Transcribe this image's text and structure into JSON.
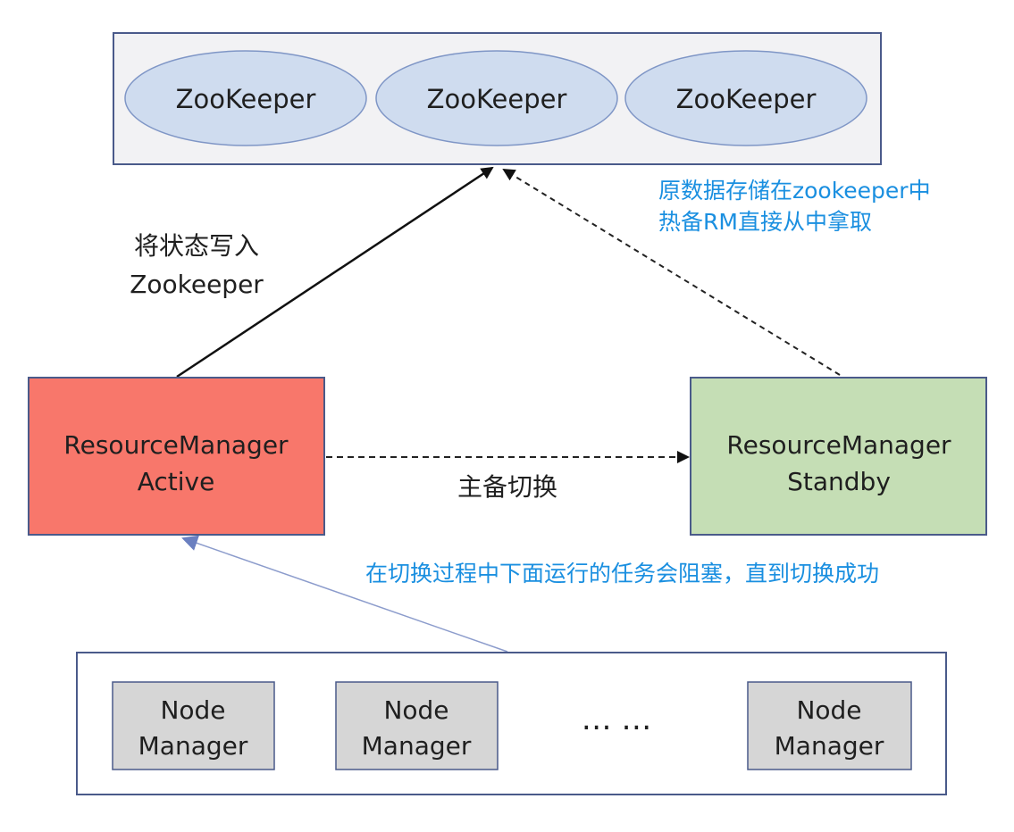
{
  "zookeeper_cluster": {
    "nodes": [
      "ZooKeeper",
      "ZooKeeper",
      "ZooKeeper"
    ]
  },
  "resource_managers": {
    "active": {
      "line1": "ResourceManager",
      "line2": "Active"
    },
    "standby": {
      "line1": "ResourceManager",
      "line2": "Standby"
    }
  },
  "annotations": {
    "write_state_line1": "将状态写入",
    "write_state_line2": "Zookeeper",
    "failover_label": "主备切换",
    "metadata_note_line1": "原数据存储在zookeeper中",
    "metadata_note_line2": "热备RM直接从中拿取",
    "blocking_note": "在切换过程中下面运行的任务会阻塞，直到切换成功"
  },
  "node_managers": {
    "nodes": [
      {
        "line1": "Node",
        "line2": "Manager"
      },
      {
        "line1": "Node",
        "line2": "Manager"
      },
      {
        "line1": "Node",
        "line2": "Manager"
      }
    ],
    "ellipsis": "… …"
  },
  "colors": {
    "frame_border": "#4a5a8a",
    "zk_fill": "#cfdcef",
    "zk_border": "#7f96c6",
    "active_fill": "#f8776b",
    "standby_fill": "#c5deb5",
    "nm_fill": "#d6d6d6",
    "note_text": "#1a8fe0",
    "body_text": "#1f1f1f",
    "arrow_main": "#111111",
    "arrow_light": "#8c9ccc"
  }
}
